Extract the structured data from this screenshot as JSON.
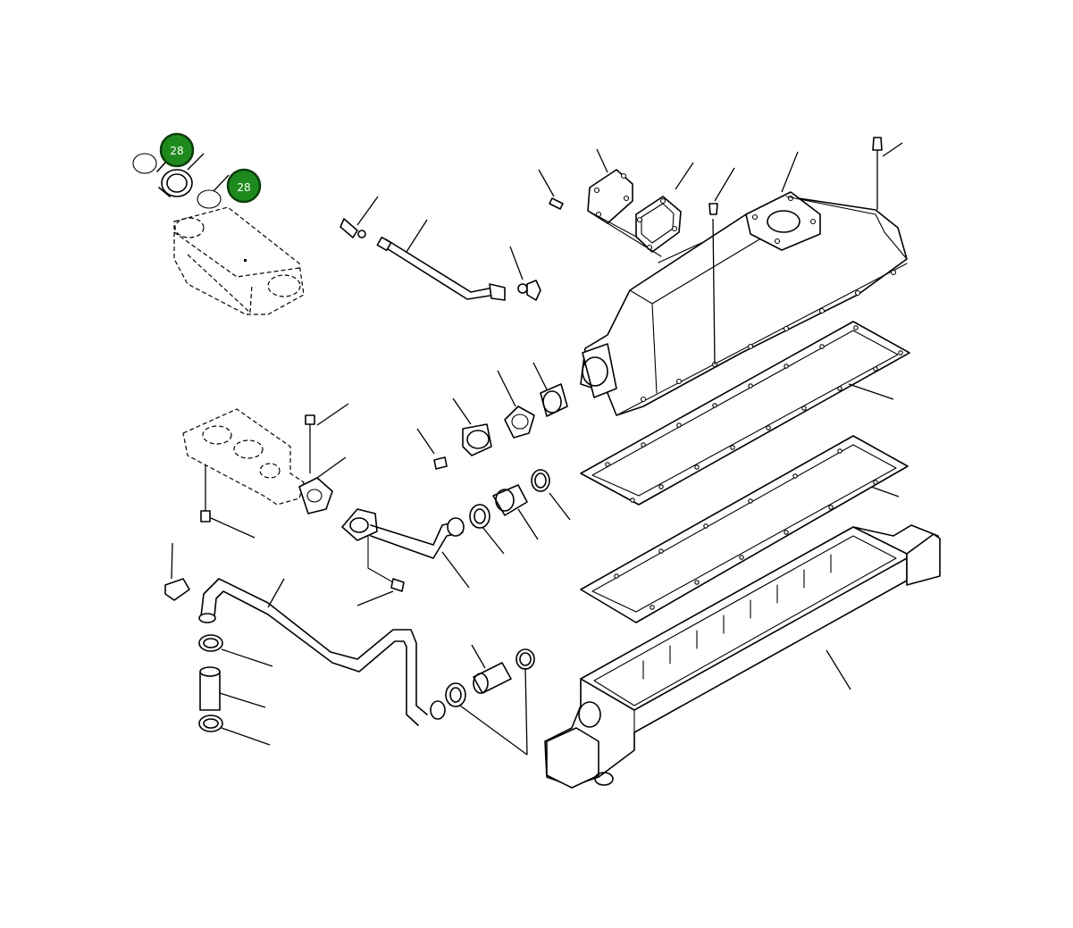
{
  "callouts": [
    {
      "id": "callout-28-a",
      "label": "28",
      "color": "#1e8a1e"
    },
    {
      "id": "callout-28-b",
      "label": "28",
      "color": "#1e8a1e"
    }
  ]
}
